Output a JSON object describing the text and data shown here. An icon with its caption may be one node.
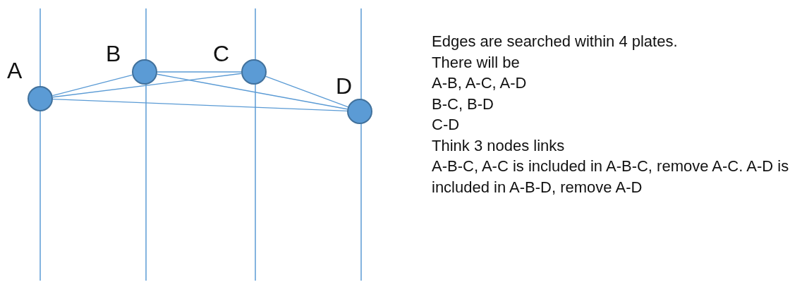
{
  "diagram": {
    "nodes": [
      {
        "text": [
          "A"
        ]
      },
      {
        "text": [
          "B"
        ]
      },
      {
        "text": [
          "C"
        ]
      },
      {
        "text": [
          "D"
        ]
      }
    ],
    "edges": [
      {
        "from": 0,
        "to": 1,
        "arrow": "none"
      },
      {
        "from": 0,
        "to": 2,
        "arrow": "none"
      },
      {
        "from": 0,
        "to": 3,
        "arrow": "none"
      },
      {
        "from": 1,
        "to": 2,
        "arrow": "none"
      },
      {
        "from": 1,
        "to": 3,
        "arrow": "none"
      },
      {
        "from": 2,
        "to": 3,
        "arrow": "none"
      }
    ],
    "labels": [
      "Edges are searched within 4 plates.",
      "There will be",
      "A-B, A-C, A-D",
      "B-C, B-D",
      "C-D",
      "Think 3 nodes links",
      "A-B-C, A-C is included in A-B-C, remove A-C. A-D is included in A-B-D, remove A-D"
    ]
  }
}
